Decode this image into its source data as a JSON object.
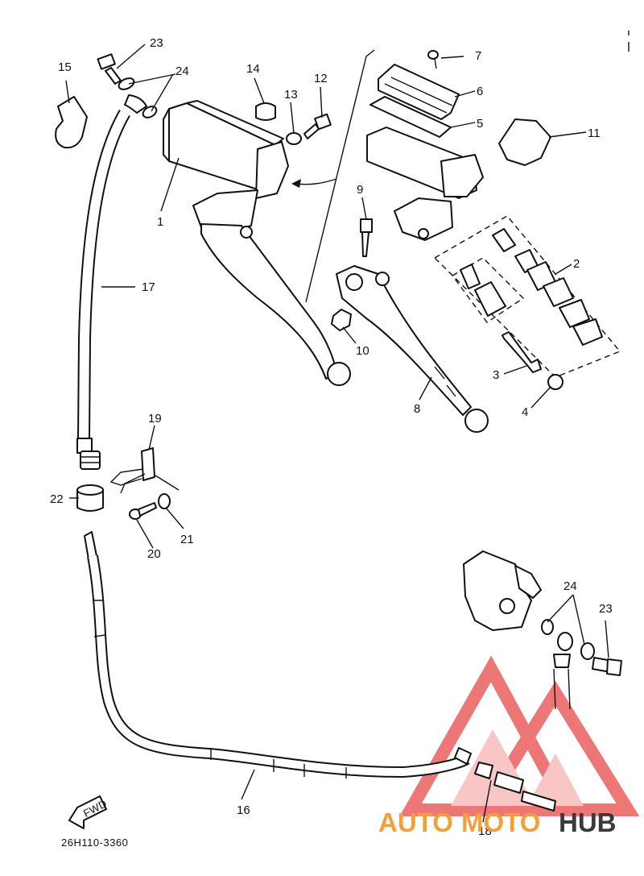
{
  "diagram_code": "26H110-3360",
  "fwd_label": "FWD",
  "watermark": {
    "auto": "AUTO",
    "moto": "MOTO",
    "hub": "HUB",
    "accent": "#f2a13a",
    "dark": "#3a3a3a",
    "logo": "#e84a4a"
  },
  "callouts": {
    "p1": "1",
    "p2": "2",
    "p3": "3",
    "p4": "4",
    "p5": "5",
    "p6": "6",
    "p7": "7",
    "p8": "8",
    "p9": "9",
    "p10": "10",
    "p11": "11",
    "p12": "12",
    "p13": "13",
    "p14": "14",
    "p15": "15",
    "p16": "16",
    "p17": "17",
    "p18": "18",
    "p19": "19",
    "p20": "20",
    "p21": "21",
    "p22": "22",
    "p23a": "23",
    "p23b": "23",
    "p24a": "24",
    "p24b": "24"
  }
}
